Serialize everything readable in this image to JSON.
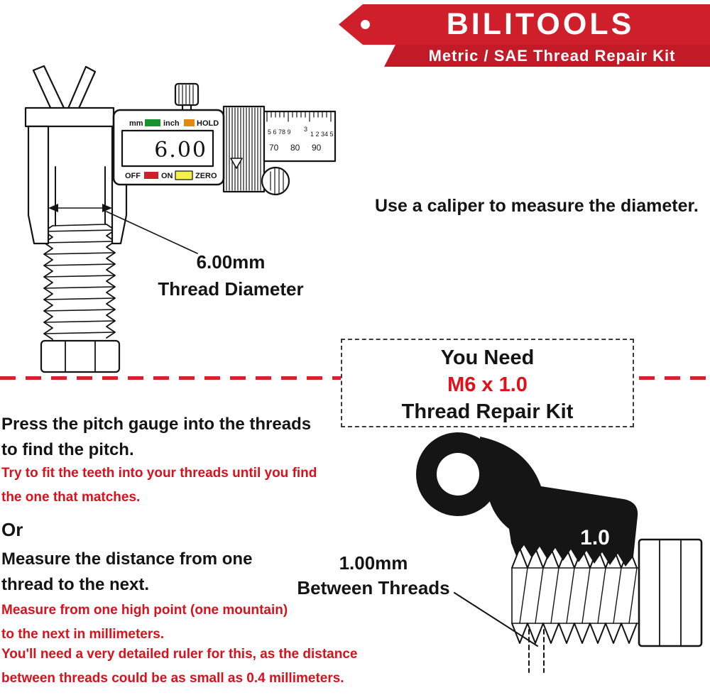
{
  "banner": {
    "brand": "BILITOOLS",
    "subtitle": "Metric / SAE Thread Repair Kit"
  },
  "colors": {
    "banner_red": "#cf1f2b",
    "text_red": "#d8121c",
    "ink": "#141414",
    "indicator_green": "#18922b",
    "indicator_orange": "#e2890f",
    "indicator_yellow": "#f5f04a"
  },
  "caliper": {
    "display": "6.00",
    "mm": "mm",
    "inch": "inch",
    "hold": "HOLD",
    "off": "OFF",
    "on": "ON",
    "zero": "ZERO",
    "scale": {
      "r1": "5 6 78 9",
      "r2": "3",
      "r3": "1 2 34 5",
      "n70": "70",
      "n80": "80",
      "n90": "90"
    }
  },
  "callouts": {
    "diameter_value": "6.00mm",
    "diameter_label": "Thread Diameter",
    "use_caliper": "Use a caliper to measure the diameter.",
    "pitch_value": "1.00mm",
    "pitch_label": "Between Threads",
    "gauge_marking": "1.0"
  },
  "need_box": {
    "line1": "You Need",
    "line2": "M6 x 1.0",
    "line3": "Thread Repair Kit"
  },
  "steps": {
    "pitch_head1": "Press the pitch gauge into the threads",
    "pitch_head2": "to find the pitch.",
    "pitch_note1": "Try to fit the teeth into your threads until you find",
    "pitch_note2": "the one that matches.",
    "or": "Or",
    "measure_head1": "Measure the distance from one",
    "measure_head2": "thread to the next.",
    "measure_note1": "Measure from one high point (one mountain)",
    "measure_note2": "to the next in millimeters.",
    "measure_note3": "You'll need a very detailed ruler for this, as the distance",
    "measure_note4": "between threads could be as small as 0.4 millimeters."
  }
}
